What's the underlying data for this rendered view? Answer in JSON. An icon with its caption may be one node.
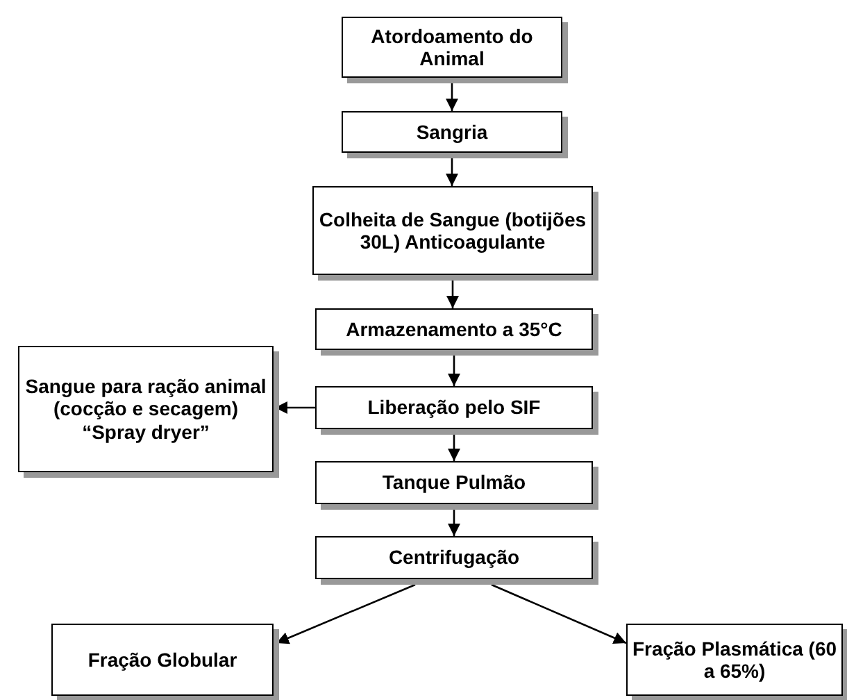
{
  "diagram": {
    "nodes": [
      {
        "text": [
          "Atordoamento do Animal"
        ]
      },
      {
        "text": [
          "Sangria"
        ]
      },
      {
        "text": [
          "Colheita de Sangue (botijões 30L) Anticoagulante"
        ]
      },
      {
        "text": [
          "Armazenamento a 35°C"
        ]
      },
      {
        "text": [
          "Sangue para ração animal (cocção e secagem) “Spray dryer”"
        ]
      },
      {
        "text": [
          "Liberação pelo SIF"
        ]
      },
      {
        "text": [
          "Tanque Pulmão"
        ]
      },
      {
        "text": [
          "Centrifugação"
        ]
      },
      {
        "text": [
          "Fração Globular"
        ]
      },
      {
        "text": [
          "Fração Plasmática (60 a 65%)"
        ]
      }
    ],
    "edges": [
      {
        "from": 0,
        "to": 1,
        "arrow": "to"
      },
      {
        "from": 1,
        "to": 2,
        "arrow": "to"
      },
      {
        "from": 2,
        "to": 3,
        "arrow": "to"
      },
      {
        "from": 3,
        "to": 5,
        "arrow": "to"
      },
      {
        "from": 5,
        "to": 4,
        "arrow": "to"
      },
      {
        "from": 5,
        "to": 6,
        "arrow": "to"
      },
      {
        "from": 6,
        "to": 7,
        "arrow": "to"
      },
      {
        "from": 7,
        "to": 8,
        "arrow": "to"
      },
      {
        "from": 7,
        "to": 9,
        "arrow": "to"
      }
    ]
  }
}
